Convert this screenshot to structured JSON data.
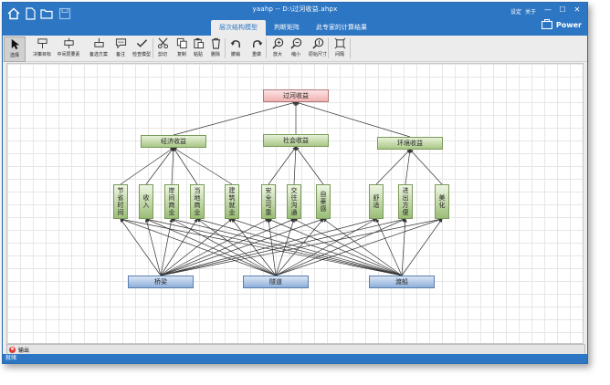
{
  "window": {
    "title": "yaahp -- D:\\过河收益.ahpx",
    "user_links": [
      "设定",
      "关于"
    ],
    "power_label": "Power"
  },
  "tabs": [
    {
      "label": "层次结构模型",
      "active": true
    },
    {
      "label": "判断矩阵",
      "active": false
    },
    {
      "label": "此专家的计算结果",
      "active": false
    }
  ],
  "toolbar": [
    {
      "label": "选择",
      "icon": "cursor-icon",
      "selected": true
    },
    {
      "label": "决策目标",
      "icon": "goal-node-icon"
    },
    {
      "label": "中间层要素",
      "icon": "middle-node-icon"
    },
    {
      "label": "备选方案",
      "icon": "alternative-node-icon"
    },
    {
      "label": "备注",
      "icon": "note-icon"
    },
    {
      "label": "检查模型",
      "icon": "check-icon"
    },
    {
      "label": "剪切",
      "icon": "cut-icon"
    },
    {
      "label": "复制",
      "icon": "copy-icon"
    },
    {
      "label": "粘贴",
      "icon": "paste-icon"
    },
    {
      "label": "删除",
      "icon": "delete-icon"
    },
    {
      "label": "撤销",
      "icon": "undo-icon"
    },
    {
      "label": "重做",
      "icon": "redo-icon"
    },
    {
      "label": "放大",
      "icon": "zoom-in-icon"
    },
    {
      "label": "缩小",
      "icon": "zoom-out-icon"
    },
    {
      "label": "原始尺寸",
      "icon": "actual-size-icon"
    },
    {
      "label": "间隔",
      "icon": "spacing-icon"
    }
  ],
  "model": {
    "goal": "过河收益",
    "criteria": [
      {
        "label": "经济收益",
        "subs": [
          "节省时间",
          "收入",
          "岸间商业",
          "当地商业",
          "建筑就业"
        ]
      },
      {
        "label": "社会收益",
        "subs": [
          "安全可靠",
          "交往沟通",
          "自豪感"
        ]
      },
      {
        "label": "环境收益",
        "subs": [
          "舒适",
          "进出方便",
          "美化"
        ]
      }
    ],
    "alternatives": [
      "桥梁",
      "隧道",
      "渡船"
    ]
  },
  "output_panel": {
    "label": "输出"
  },
  "status": "就绪",
  "colors": {
    "titlebar": "#2d76c3",
    "goal_fill": "#f2b2b2",
    "criteria_fill": "#a9c787",
    "alternative_fill": "#8fb0da"
  }
}
